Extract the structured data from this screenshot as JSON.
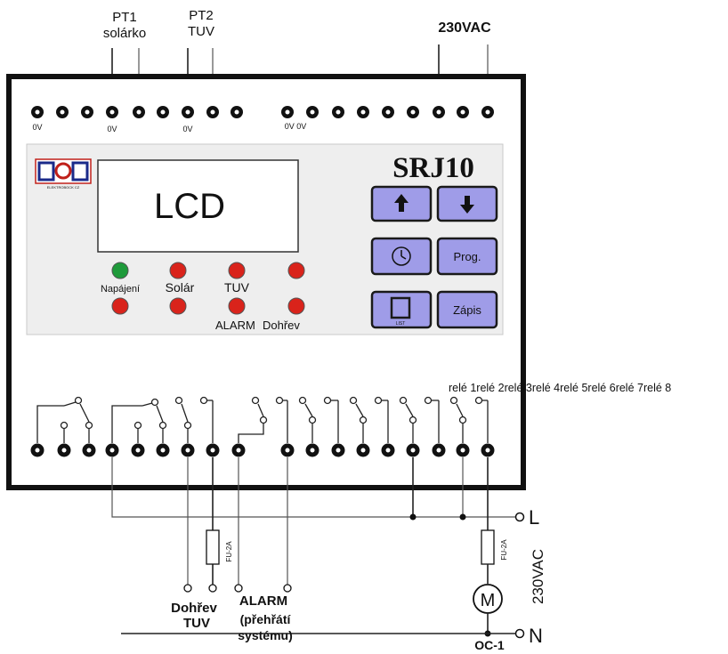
{
  "top_labels": {
    "pt1_line1": "PT1",
    "pt1_line2": "solárko",
    "pt2_line1": "PT2",
    "pt2_line2": "TUV",
    "power": "230VAC"
  },
  "terminal_labels": {
    "zero_volt": "0V",
    "zero_volt_pair": "0V 0V"
  },
  "logo_text": "ELEKTROBOCK CZ",
  "model": "SRJ10",
  "lcd": "LCD",
  "leds": {
    "power": "Napájení",
    "solar": "Solár",
    "tuv": "TUV",
    "alarm": "ALARM",
    "reheat": "Dohřev"
  },
  "colors": {
    "led_green": "#1e9a3a",
    "led_red": "#d9231b",
    "button_fill": "#9f9ce8",
    "panel_fill": "#eeeeee"
  },
  "buttons": {
    "up_icon": "arrow-up-icon",
    "down_icon": "arrow-down-icon",
    "clock_icon": "clock-icon",
    "prog": "Prog.",
    "list_icon": "list-icon",
    "list_caption": "LIST",
    "write": "Zápis"
  },
  "relays": [
    "relé 1",
    "relé 2",
    "relé 3",
    "relé 4",
    "relé 5",
    "relé 6",
    "relé 7",
    "relé 8"
  ],
  "fuse": "FU-2A",
  "motor": "M",
  "line_label": "L",
  "neutral_label": "N",
  "supply_label": "230VAC",
  "oc_label": "OC-1",
  "bottom_labels": {
    "reheat_line1": "Dohřev",
    "reheat_line2": "TUV",
    "alarm_line1": "ALARM",
    "alarm_line2": "(přehřátí",
    "alarm_line3": "systému)"
  }
}
